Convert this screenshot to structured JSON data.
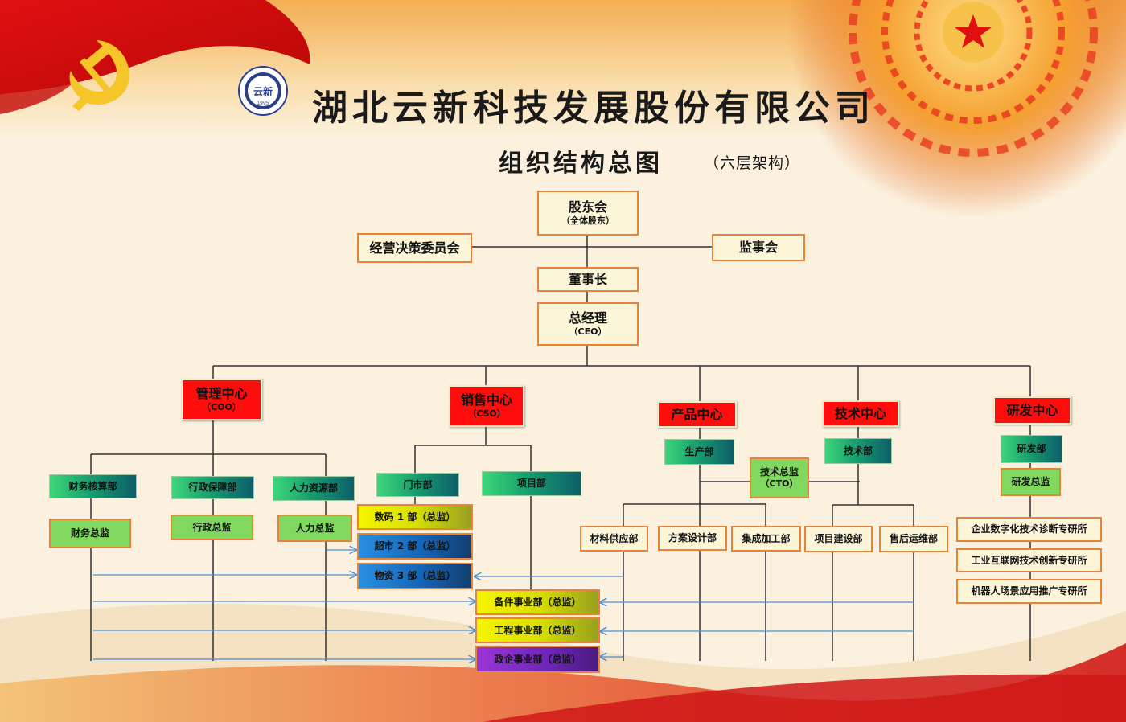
{
  "header": {
    "title": "湖北云新科技发展股份有限公司",
    "subtitle": "组织结构总图",
    "note": "（六层架构）",
    "logo_text": "云新",
    "logo_year": "1995"
  },
  "top": {
    "shareholders": "股东会",
    "shareholders_sub": "（全体股东）",
    "committee": "经营决策委员会",
    "supervisors": "监事会",
    "chairman": "董事长",
    "ceo": "总经理",
    "ceo_sub": "（CEO）"
  },
  "centers": {
    "mgmt": "管理中心",
    "mgmt_sub": "（COO）",
    "sales": "销售中心",
    "sales_sub": "（CSO）",
    "product": "产品中心",
    "tech": "技术中心",
    "rd": "研发中心"
  },
  "mgmt": {
    "finance": "财务核算部",
    "finance_dir": "财务总监",
    "admin": "行政保障部",
    "admin_dir": "行政总监",
    "hr": "人力资源部",
    "hr_dir": "人力总监"
  },
  "sales": {
    "store": "门市部",
    "project": "项目部",
    "digital": "数码 1 部（总监）",
    "market": "超市 2 部（总监）",
    "supply": "物资 3 部（总监）",
    "parts": "备件事业部（总监）",
    "engineering": "工程事业部（总监）",
    "gov": "政企事业部（总监）"
  },
  "product": {
    "production": "生产部",
    "tech_dir": "技术总监",
    "tech_dir_sub": "（CTO）",
    "materials": "材料供应部",
    "design": "方案设计部",
    "integration": "集成加工部"
  },
  "tech": {
    "dept": "技术部",
    "project_build": "项目建设部",
    "after_sales": "售后运维部"
  },
  "rd": {
    "dept": "研发部",
    "dir": "研发总监",
    "inst1": "企业数字化技术诊断专研所",
    "inst2": "工业互联网技术创新专研所",
    "inst3": "机器人场景应用推广专研所"
  },
  "colors": {
    "accent_red": "#ff0d0d",
    "border_orange": "#e8843a",
    "cream": "#fdf5d8",
    "arrow_blue": "#4a8fd0"
  }
}
